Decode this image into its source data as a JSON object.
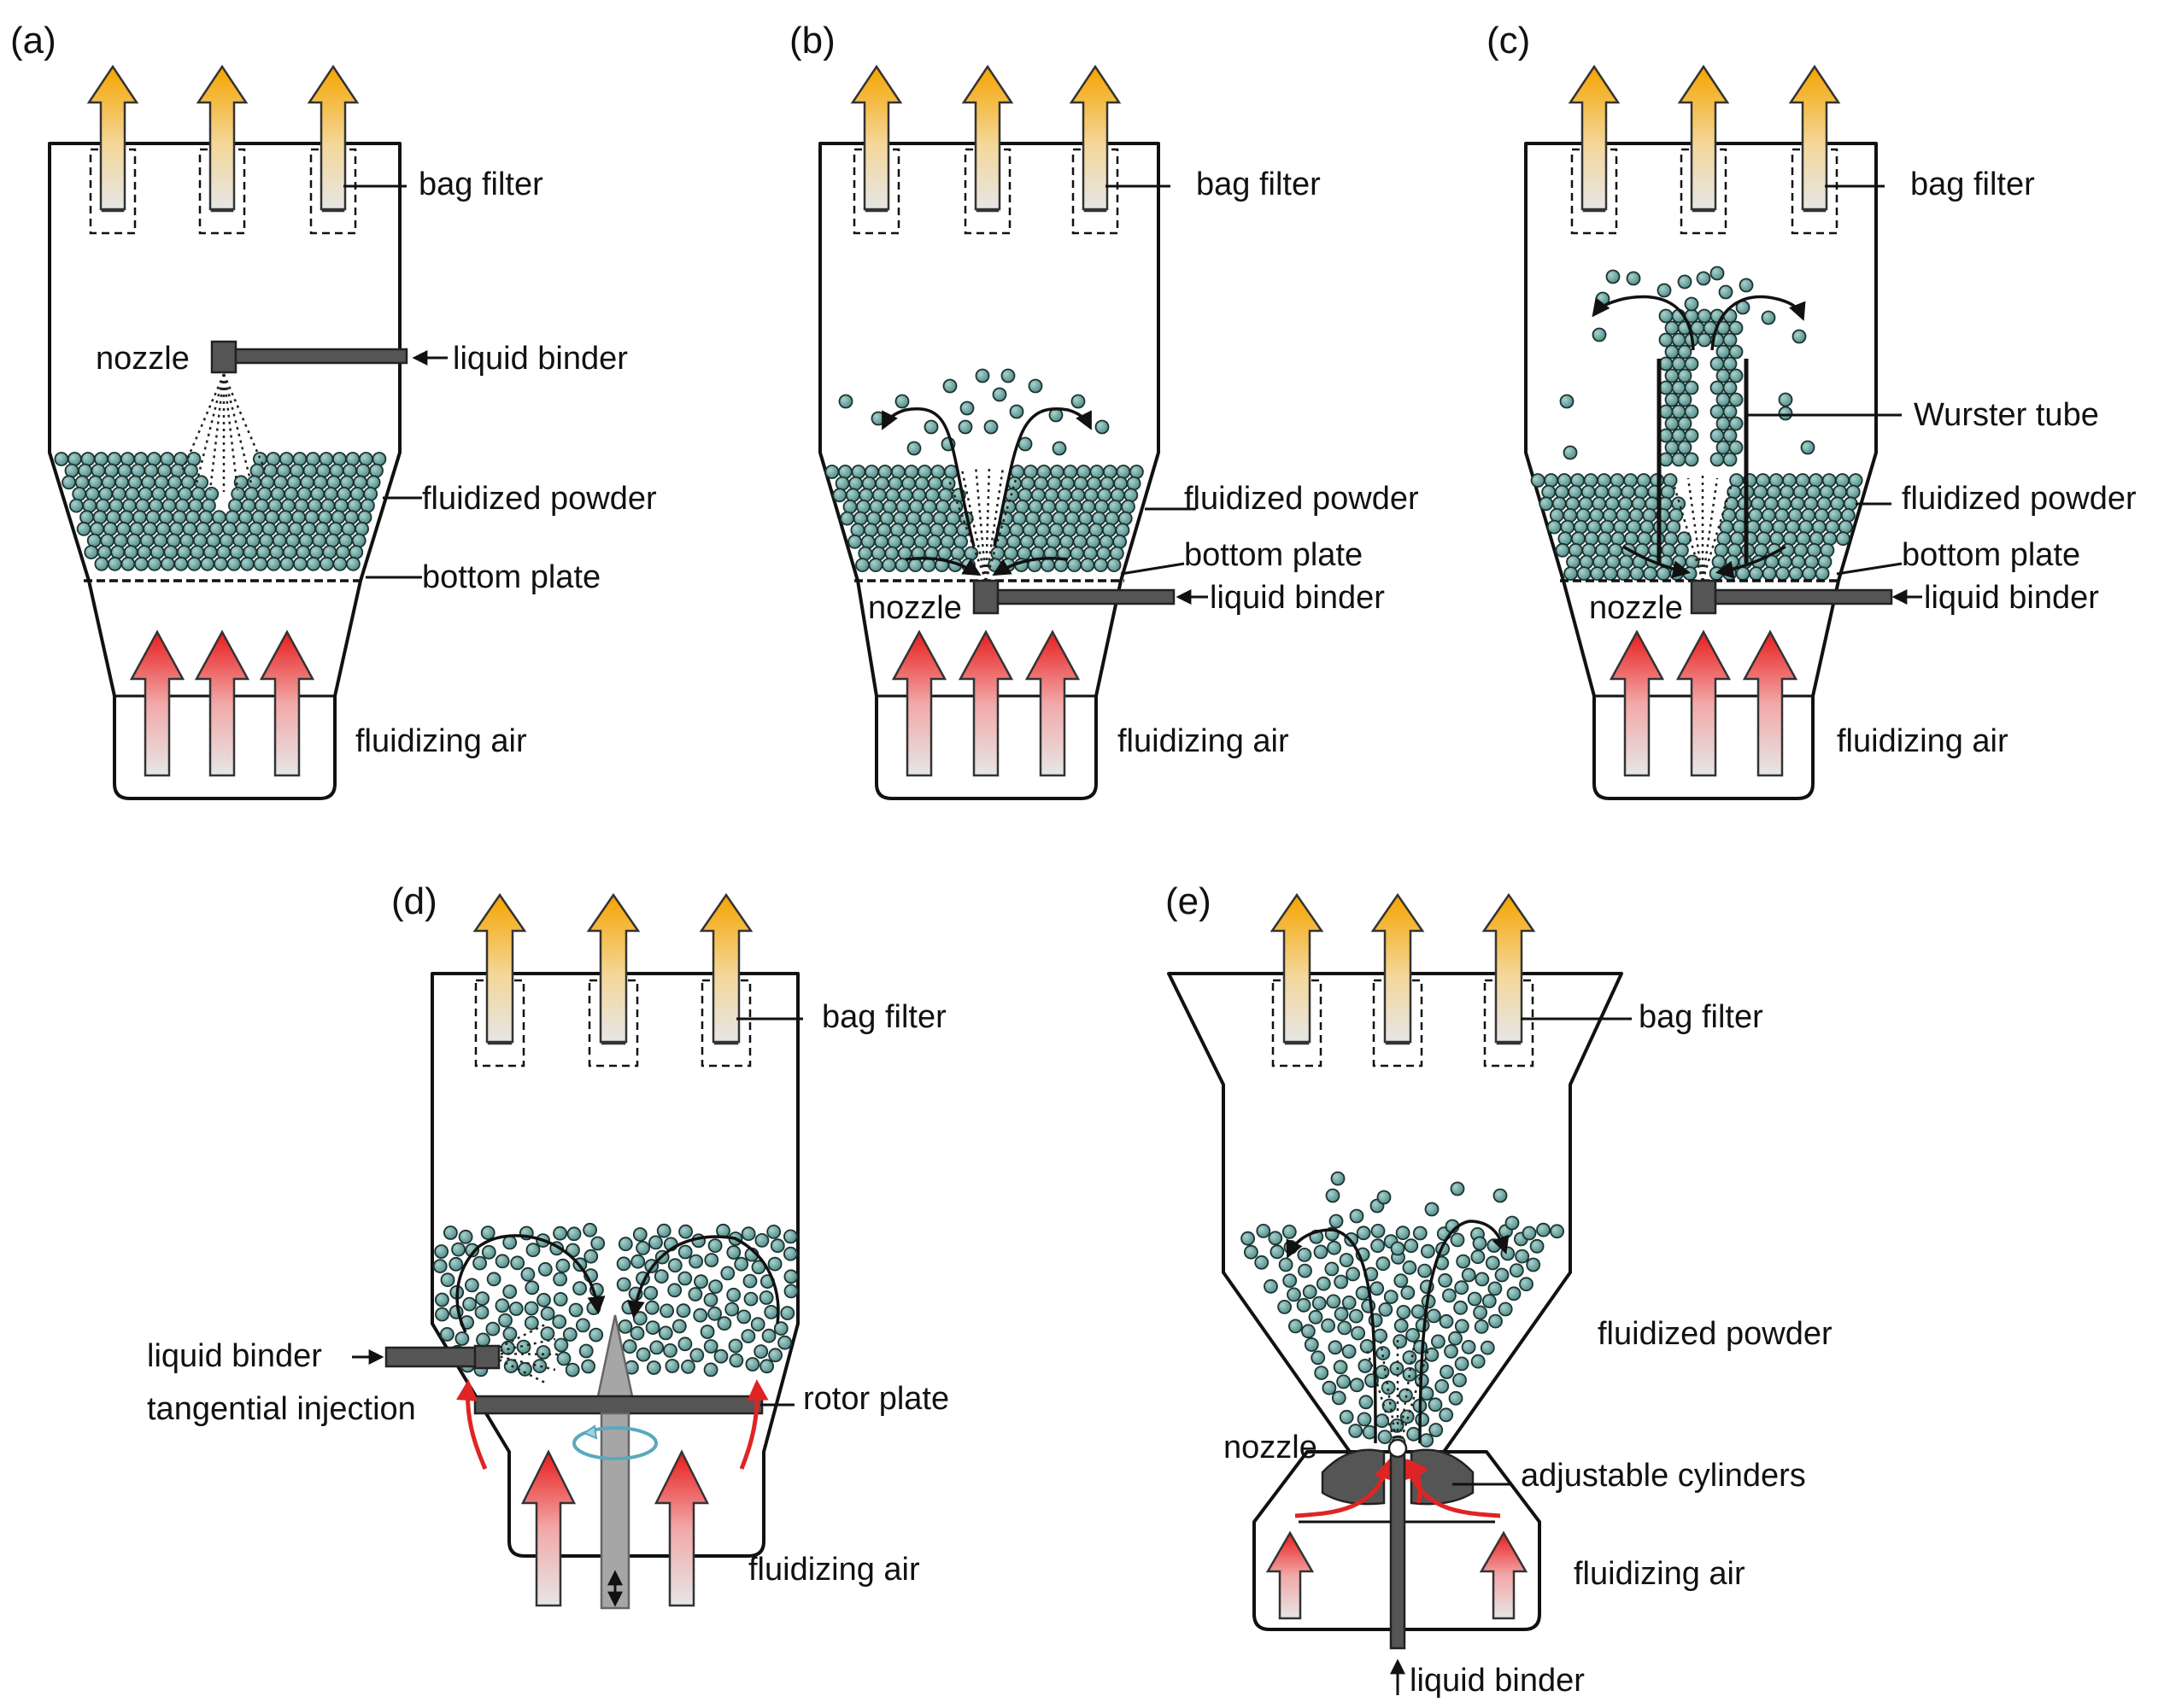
{
  "panels": {
    "a": {
      "letter": "(a)",
      "bag_filter": "bag filter",
      "nozzle": "nozzle",
      "liquid_binder": "liquid binder",
      "fluidized_powder": "fluidized powder",
      "bottom_plate": "bottom plate",
      "fluidizing_air": "fluidizing air"
    },
    "b": {
      "letter": "(b)",
      "bag_filter": "bag filter",
      "fluidized_powder": "fluidized powder",
      "bottom_plate": "bottom plate",
      "nozzle": "nozzle",
      "liquid_binder": "liquid binder",
      "fluidizing_air": "fluidizing air"
    },
    "c": {
      "letter": "(c)",
      "bag_filter": "bag filter",
      "wurster_tube": "Wurster tube",
      "fluidized_powder": "fluidized powder",
      "bottom_plate": "bottom plate",
      "nozzle": "nozzle",
      "liquid_binder": "liquid binder",
      "fluidizing_air": "fluidizing air"
    },
    "d": {
      "letter": "(d)",
      "bag_filter": "bag filter",
      "liquid_binder": "liquid binder",
      "tangential_injection": "tangential injection",
      "rotor_plate": "rotor plate",
      "fluidizing_air": "fluidizing air"
    },
    "e": {
      "letter": "(e)",
      "bag_filter": "bag filter",
      "fluidized_powder": "fluidized powder",
      "nozzle": "nozzle",
      "adjustable_cylinders": "adjustable cylinders",
      "fluidizing_air": "fluidizing air",
      "liquid_binder": "liquid binder"
    }
  },
  "colors": {
    "particle_fill": "#5f9e9a",
    "particle_stroke": "#1c3330",
    "exhaust_arrow_top": "#f5a400",
    "air_arrow_top": "#e81c1c",
    "arrow_base": "#e6e6e6",
    "pipe": "#555555",
    "rotor_shaft": "#a6a6a6",
    "rotation_arrow": "#9fd3e0"
  }
}
